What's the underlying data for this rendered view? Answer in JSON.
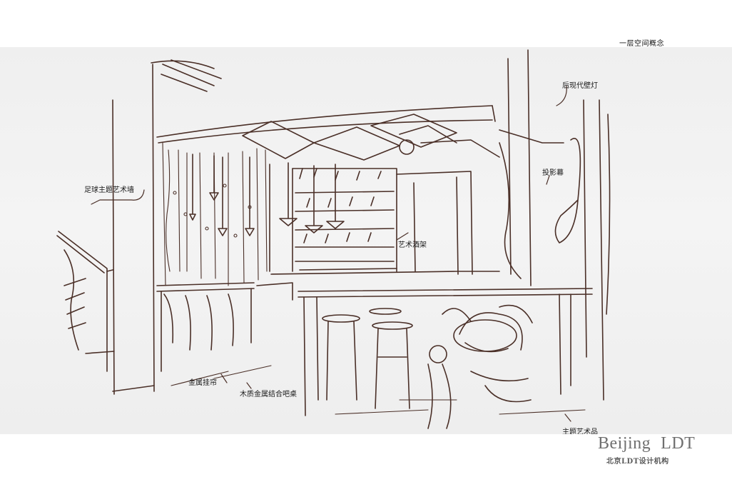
{
  "page": {
    "title": "一层空间概念"
  },
  "annotations": {
    "wall_lamp": "后现代壁灯",
    "projection_screen": "投影幕",
    "football_wall": "足球主题艺术墙",
    "art_wine_rack": "艺术酒架",
    "metal_curtain": "金属挂帘",
    "bar_table": "木质金属结合吧桌",
    "art_piece": "主题艺术品"
  },
  "brand": {
    "city": "Beijing",
    "name": "LDT",
    "subtitle": "北京LDT设计机构"
  },
  "colors": {
    "ink": "#4a2f27",
    "panel": "#f0f0f0"
  }
}
